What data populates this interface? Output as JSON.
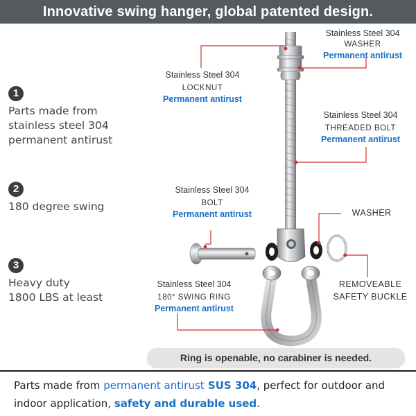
{
  "banner": {
    "title": "Innovative swing hanger, global patented design."
  },
  "features": [
    {
      "number": "1",
      "text": "Parts made from\nstainless steel 304\npermanent antirust"
    },
    {
      "number": "2",
      "text": "180 degree swing"
    },
    {
      "number": "3",
      "text": "Heavy duty\n1800 LBS at least"
    }
  ],
  "callouts": {
    "washer_top": {
      "material": "Stainless Steel 304",
      "part": "WASHER",
      "note": "Permanent antirust"
    },
    "locknut": {
      "material": "Stainless Steel 304",
      "part": "LOCKNUT",
      "note": "Permanent antirust"
    },
    "threaded_bolt": {
      "material": "Stainless Steel 304",
      "part": "THREADED BOLT",
      "note": "Permanent antirust"
    },
    "bolt": {
      "material": "Stainless Steel 304",
      "part": "BOLT",
      "note": "Permanent antirust"
    },
    "swing_ring": {
      "material": "Stainless Steel 304",
      "part": "180° SWING  RING",
      "note": "Permanent antirust"
    },
    "washer_side": {
      "part": "WASHER"
    },
    "safety_buckle": {
      "line1": "REMOVEABLE",
      "line2": "SAFETY BUCKLE"
    }
  },
  "openable_note": "Ring is openable, no carabiner is needed.",
  "bottom": {
    "p1": "Parts made from ",
    "p2": "permanent antirust",
    "p3": " SUS 304",
    "p4": ", perfect for outdoor and indoor application, ",
    "p5": "safety and durable used",
    "p6": "."
  },
  "colors": {
    "banner": "#555a5f",
    "accent_blue": "#1a6fc4",
    "leader_red": "#d32f2f"
  }
}
